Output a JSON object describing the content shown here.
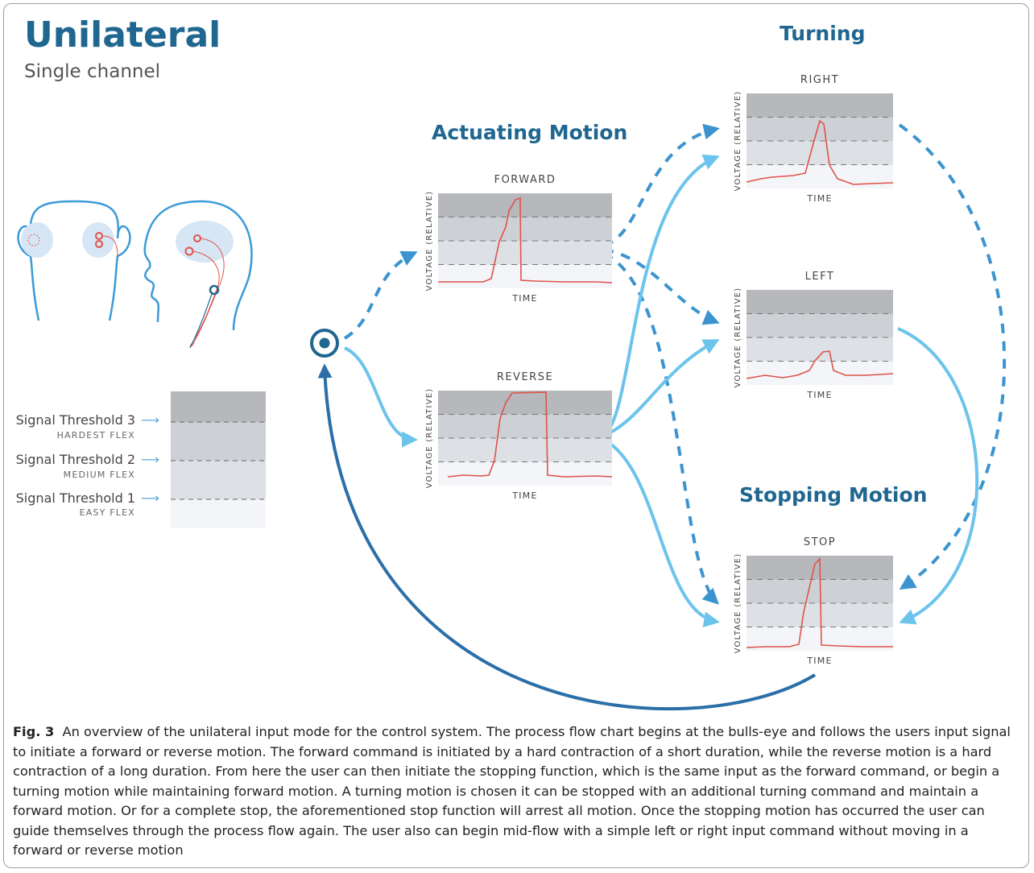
{
  "header": {
    "title": "Unilateral",
    "subtitle": "Single channel"
  },
  "sections": {
    "actuating": "Actuating Motion",
    "turning": "Turning",
    "stopping": "Stopping Motion"
  },
  "axis": {
    "ylabel": "VOLTAGE (RELATIVE)",
    "xlabel": "TIME"
  },
  "plots": [
    {
      "id": "forward",
      "label": "FORWARD"
    },
    {
      "id": "reverse",
      "label": "REVERSE"
    },
    {
      "id": "right",
      "label": "RIGHT"
    },
    {
      "id": "left",
      "label": "LEFT"
    },
    {
      "id": "stop",
      "label": "STOP"
    }
  ],
  "thresholds": [
    {
      "name": "Signal Threshold 3",
      "desc": "HARDEST FLEX"
    },
    {
      "name": "Signal Threshold 2",
      "desc": "MEDIUM FLEX"
    },
    {
      "name": "Signal Threshold 1",
      "desc": "EASY FLEX"
    }
  ],
  "caption": {
    "label": "Fig. 3",
    "text": "An overview of the unilateral input mode for the control system. The process flow chart begins at the bulls-eye and follows the users input signal to initiate a forward or reverse motion. The forward command is initiated by a hard contraction of a short duration, while the reverse motion is a hard contraction of a long duration. From here the user can then initiate the stopping function, which is the same input as the forward command, or begin a turning motion while maintaining forward motion. A turning motion is chosen it can be stopped with an additional turning command and maintain a forward motion. Or for a complete stop, the aforementioned stop function will arrest all motion. Once the stopping motion has occurred the user can guide themselves through the process flow again. The user also can begin mid-flow with a simple left or right input command without moving in a forward or reverse motion"
  },
  "colors": {
    "title": "#1f6690",
    "arrow_solid": "#6cc3ec",
    "arrow_dashed": "#3b94cf",
    "arrow_return": "#2c6fa8",
    "signal": "#e0524a",
    "band_top": "#b6b8bc",
    "band_2": "#cdd0d5",
    "band_3": "#dde0e5",
    "band_base": "#f3f5f8"
  },
  "icons": {
    "start": "bullseye-icon",
    "heads": "head-electrodes-icon"
  }
}
